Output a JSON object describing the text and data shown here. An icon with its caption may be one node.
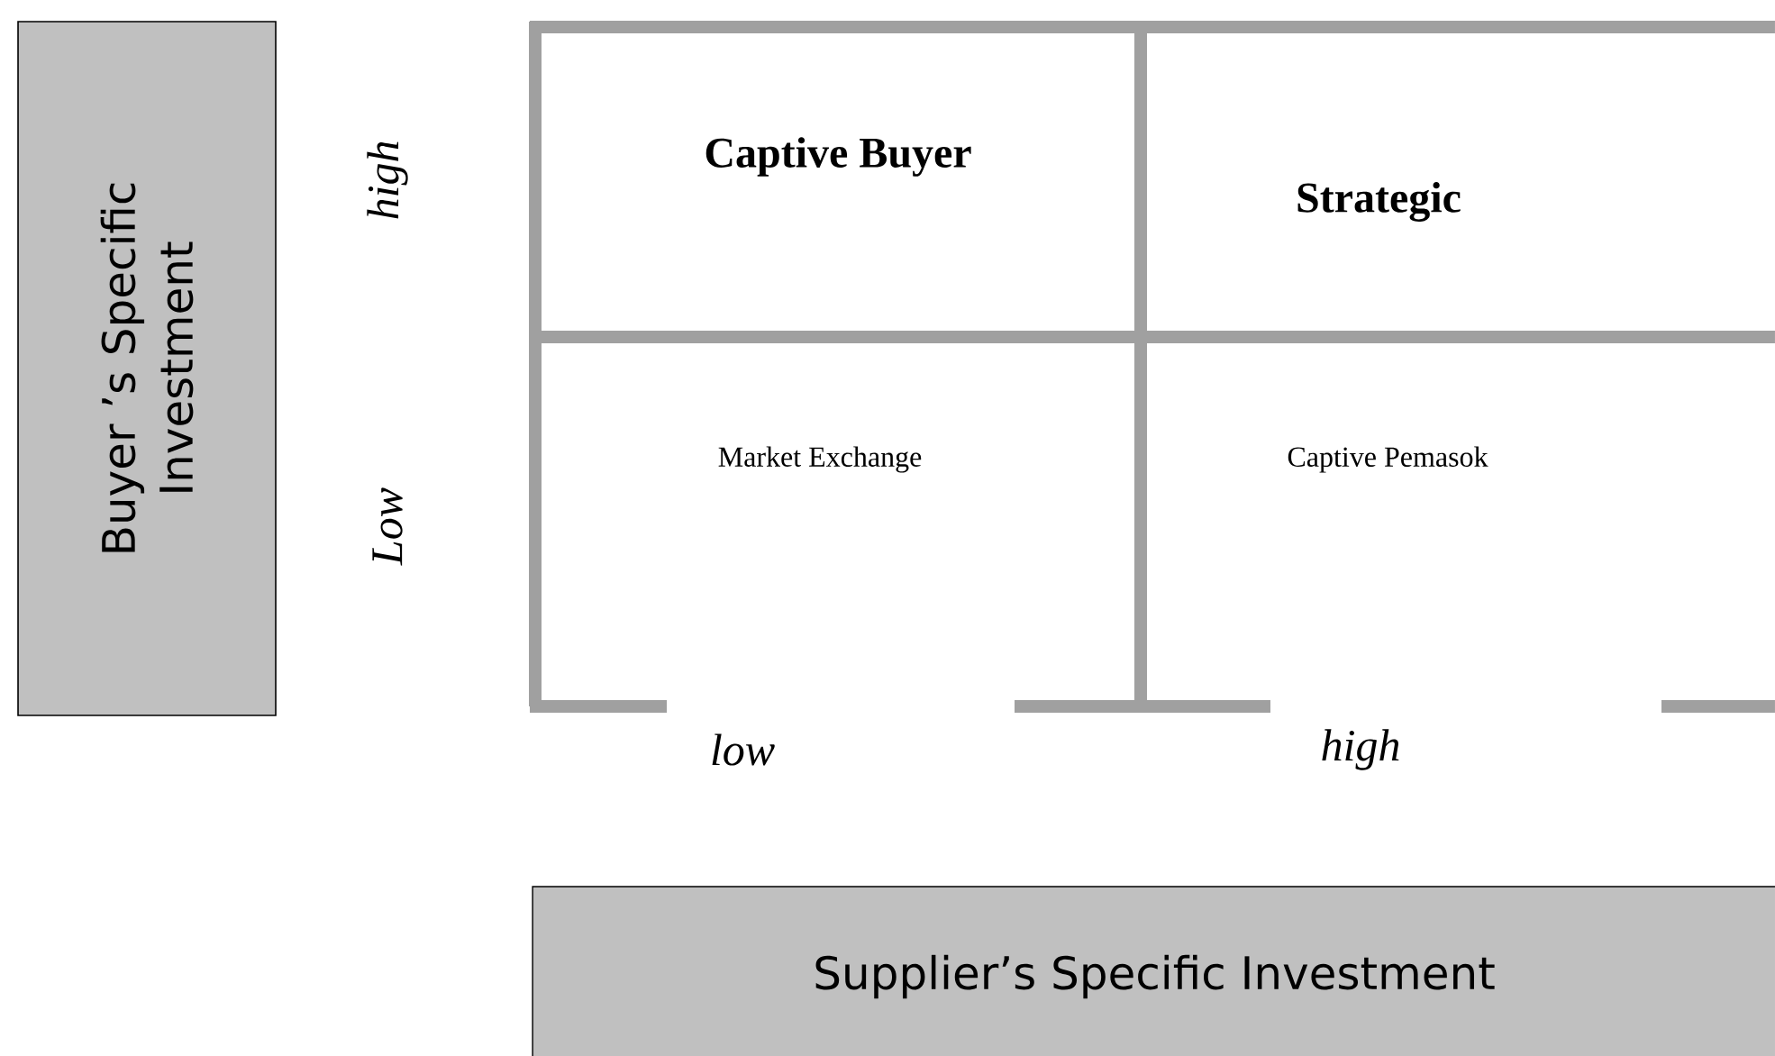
{
  "diagram": {
    "nodes": [
      {
        "text": [
          "Buyer ’s Specific Investment"
        ]
      },
      {
        "text": [
          "Captive Buyer"
        ]
      },
      {
        "text": [
          "Strategic"
        ]
      },
      {
        "text": [
          "Market Exchange"
        ]
      },
      {
        "text": [
          "Captive Pemasok"
        ]
      },
      {
        "text": [
          "Supplier’s Specific Investment"
        ]
      }
    ],
    "labels": [
      "high",
      "Low",
      "low",
      "high"
    ]
  }
}
